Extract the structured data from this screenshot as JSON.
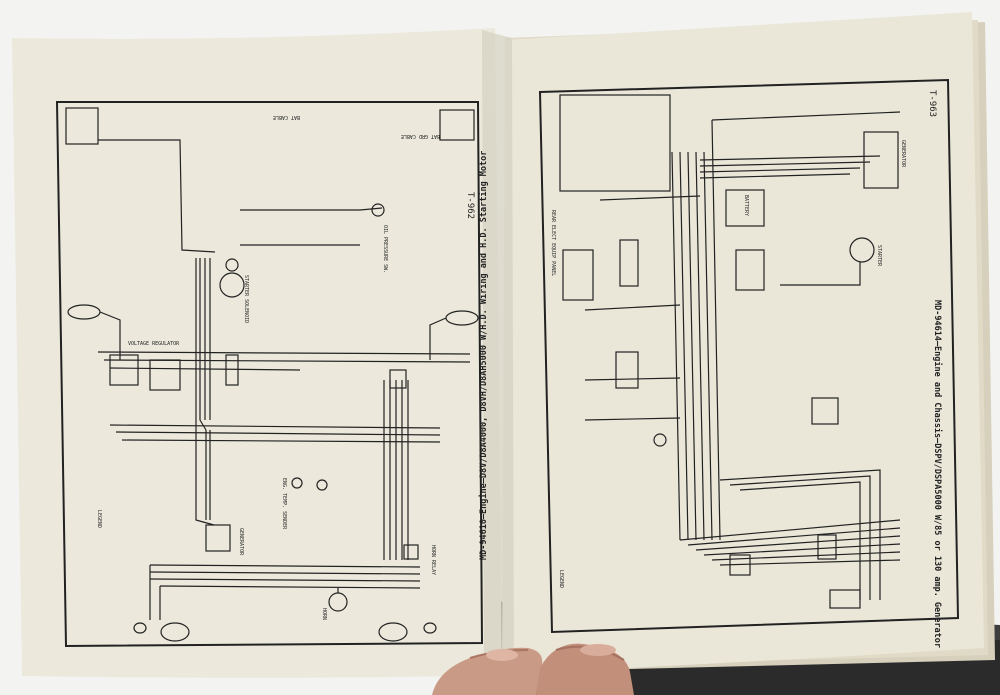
{
  "left_page": {
    "id": "T-962",
    "caption": "MD-94610—Engine—D8V/D8A4000, D8VH/D8AH5000 W/H.D. Wiring and H.D. Starting Motor",
    "labels": [
      "BAT CABLE",
      "BAT GRD CABLE",
      "STARTER SOLENOID",
      "VOLTAGE REGULATOR",
      "OIL PRESSURE SW.",
      "HORN",
      "HORN RELAY",
      "GENERATOR",
      "ENG. TEMP. SENDER",
      "LEGEND"
    ]
  },
  "right_page": {
    "id": "T-963",
    "caption": "MD-94614—Engine and Chassis—DSPV/DSPA5000 W/85 or 130 amp. Generator",
    "labels": [
      "REAR ELECT EQUIP PANEL",
      "BATTERY",
      "STARTER",
      "GENERATOR",
      "LEGEND"
    ]
  },
  "colors": {
    "background": "#f2f2f0",
    "paper": "#ece9dc",
    "ink": "#222222",
    "binder": "#4a4a4a"
  }
}
